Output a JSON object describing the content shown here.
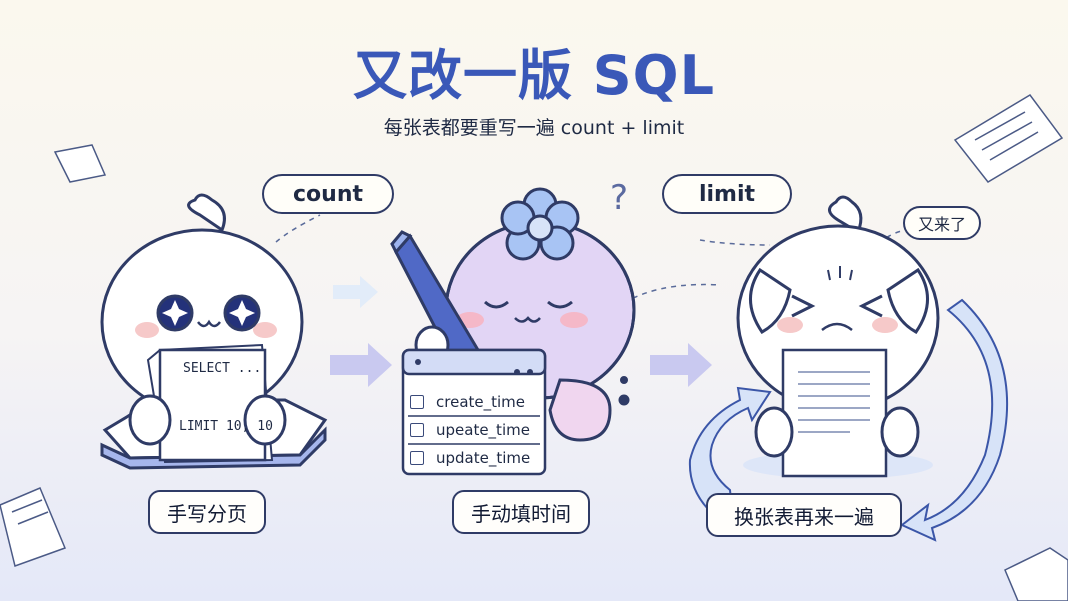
{
  "title": "又改一版 SQL",
  "subtitle": "每张表都要重写一遍 count + limit",
  "bubbles": {
    "count": "count",
    "limit": "limit",
    "again": "又来了"
  },
  "paper": {
    "line1": "SELECT ...",
    "line2": "LIMIT 10, 10"
  },
  "fields": [
    "create_time",
    "upeate_time",
    "update_time"
  ],
  "labels": {
    "step1": "手写分页",
    "step2": "手动填时间",
    "step3": "换张表再来一遍"
  },
  "question_mark": "?",
  "colors": {
    "title": "#3a58b8",
    "outline": "#2f3b66",
    "arrow": "#b9b9ec",
    "cycle_arrow": "#c7d6f6"
  }
}
